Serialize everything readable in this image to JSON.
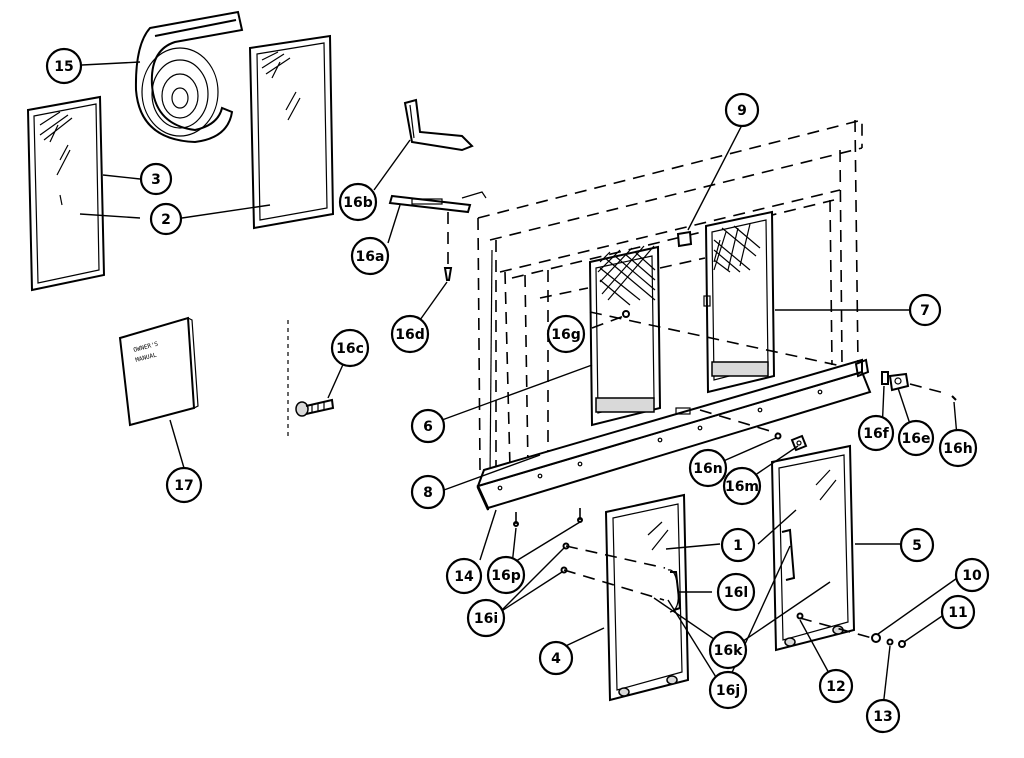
{
  "manual_cover": {
    "line1": "OWNER'S",
    "line2": "MANUAL"
  },
  "callouts": [
    {
      "id": "c15",
      "label": "15"
    },
    {
      "id": "c3",
      "label": "3"
    },
    {
      "id": "c2",
      "label": "2"
    },
    {
      "id": "c16b",
      "label": "16b"
    },
    {
      "id": "c16a",
      "label": "16a"
    },
    {
      "id": "c16d",
      "label": "16d"
    },
    {
      "id": "c16c",
      "label": "16c"
    },
    {
      "id": "c17",
      "label": "17"
    },
    {
      "id": "c9",
      "label": "9"
    },
    {
      "id": "c7",
      "label": "7"
    },
    {
      "id": "c16g",
      "label": "16g"
    },
    {
      "id": "c6",
      "label": "6"
    },
    {
      "id": "c8",
      "label": "8"
    },
    {
      "id": "c16f",
      "label": "16f"
    },
    {
      "id": "c16e",
      "label": "16e"
    },
    {
      "id": "c16h",
      "label": "16h"
    },
    {
      "id": "c16n",
      "label": "16n"
    },
    {
      "id": "c16m",
      "label": "16m"
    },
    {
      "id": "c14",
      "label": "14"
    },
    {
      "id": "c16p",
      "label": "16p"
    },
    {
      "id": "c16i",
      "label": "16i"
    },
    {
      "id": "c1",
      "label": "1"
    },
    {
      "id": "c16l",
      "label": "16l"
    },
    {
      "id": "c5",
      "label": "5"
    },
    {
      "id": "c10",
      "label": "10"
    },
    {
      "id": "c11",
      "label": "11"
    },
    {
      "id": "c4",
      "label": "4"
    },
    {
      "id": "c16k",
      "label": "16k"
    },
    {
      "id": "c16j",
      "label": "16j"
    },
    {
      "id": "c12",
      "label": "12"
    },
    {
      "id": "c13",
      "label": "13"
    }
  ]
}
